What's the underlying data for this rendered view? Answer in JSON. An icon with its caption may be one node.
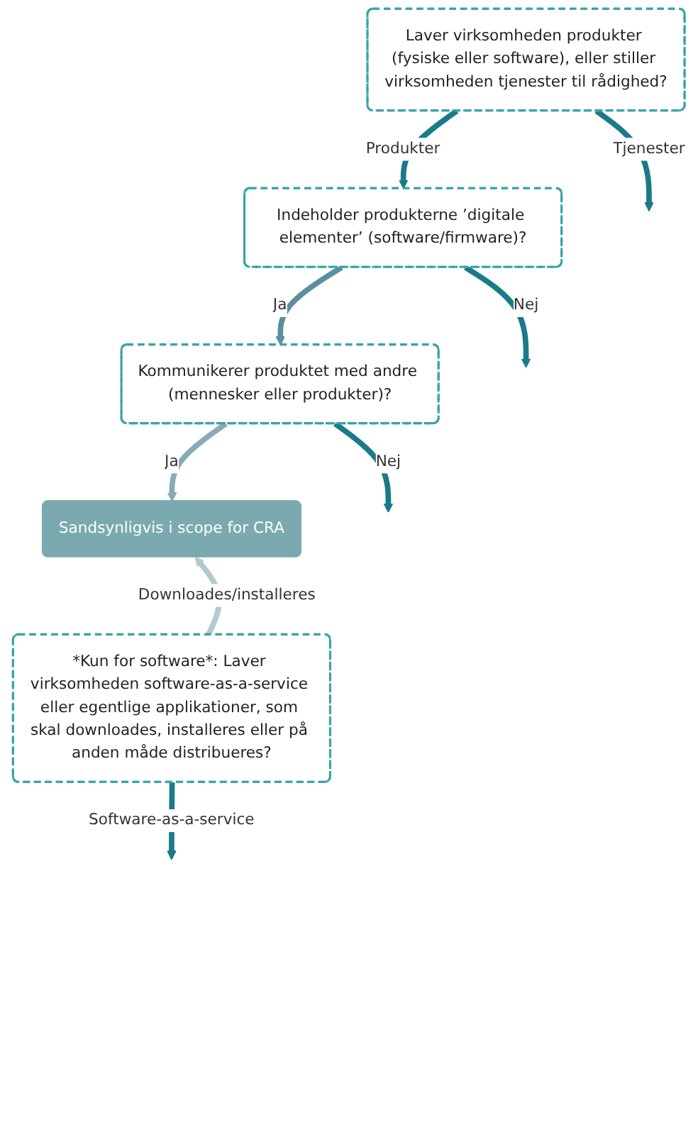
{
  "diagram": {
    "nodes": [
      {
        "text": [
          "Laver virksomheden produkter (fysiske eller software), eller stiller virksomheden tjenester til rådighed?"
        ]
      },
      {
        "text": [
          "Indeholder produkterne ’digitale elementer’ (software/firmware)?"
        ]
      },
      {
        "text": [
          "Kommunikerer produktet med andre (mennesker eller produkter)?"
        ]
      },
      {
        "text": [
          "Sandsynligvis i scope for CRA"
        ]
      },
      {
        "text": [
          "*Kun for software*: Laver virksomheden software-as-a-service eller egentlige applikationer, som skal downloades, installeres eller på anden måde distribueres?"
        ]
      }
    ],
    "edges": [
      {
        "from": 0,
        "to": 1,
        "arrow": "to",
        "label": "Produkter"
      },
      {
        "from": 0,
        "to": null,
        "arrow": "to",
        "label": "Tjenester"
      },
      {
        "from": 1,
        "to": 2,
        "arrow": "to",
        "label": "Ja",
        "color": "#5b8fa0"
      },
      {
        "from": 1,
        "to": null,
        "arrow": "to",
        "label": "Nej"
      },
      {
        "from": 2,
        "to": 3,
        "arrow": "to",
        "label": "Ja",
        "color": "#8aaab5"
      },
      {
        "from": 2,
        "to": null,
        "arrow": "to",
        "label": "Nej"
      },
      {
        "from": 4,
        "to": 3,
        "arrow": "to",
        "label": "Downloades/installeres",
        "color": "#b5c8d0"
      },
      {
        "from": 4,
        "to": null,
        "arrow": "to",
        "label": "Software-as-a-service"
      }
    ]
  }
}
